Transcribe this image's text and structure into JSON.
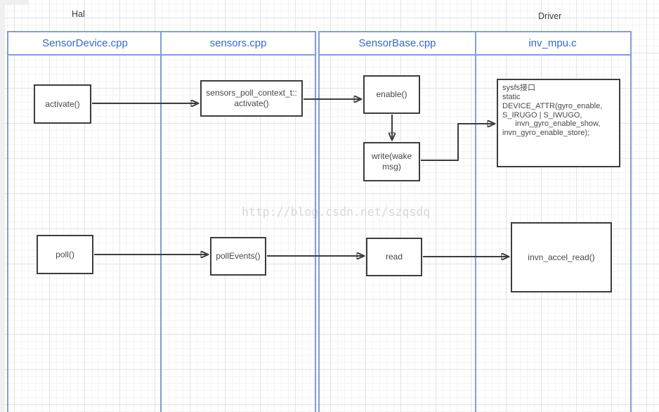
{
  "diagram": {
    "group_labels": {
      "hal": "Hal",
      "driver": "Driver"
    },
    "lanes": [
      {
        "label": "SensorDevice.cpp"
      },
      {
        "label": "sensors.cpp"
      },
      {
        "label": "SensorBase.cpp"
      },
      {
        "label": "inv_mpu.c"
      }
    ],
    "nodes": {
      "activate": {
        "label": "activate()"
      },
      "poll_context_activate": {
        "label": "sensors_poll_context_t::\nactivate()"
      },
      "enable": {
        "label": "enable()"
      },
      "write_wake_msg": {
        "label": "write(wake\nmsg)"
      },
      "sysfs_device_attr": {
        "label": "sysfs接口\nstatic\nDEVICE_ATTR(gyro_enable,\nS_IRUGO | S_IWUGO,\n      invn_gyro_enable_show,\ninvn_gyro_enable_store);"
      },
      "poll": {
        "label": "poll()"
      },
      "poll_events": {
        "label": "pollEvents()"
      },
      "read": {
        "label": "read"
      },
      "invn_accel_read": {
        "label": "invn_accel_read()"
      }
    },
    "edges": [
      {
        "from": "activate",
        "to": "poll_context_activate"
      },
      {
        "from": "poll_context_activate",
        "to": "enable"
      },
      {
        "from": "enable",
        "to": "write_wake_msg"
      },
      {
        "from": "write_wake_msg",
        "to": "sysfs_device_attr"
      },
      {
        "from": "poll",
        "to": "poll_events"
      },
      {
        "from": "poll_events",
        "to": "read"
      },
      {
        "from": "read",
        "to": "invn_accel_read"
      }
    ]
  },
  "watermark": {
    "text": "http://blog.csdn.net/szqsdq"
  },
  "colors": {
    "lane_border": "#7f9fd9",
    "lane_title_text": "#3768cf",
    "node_border": "#3d3d3d",
    "node_text": "#474747",
    "arrow": "#3d3d3d",
    "watermark_text": "#d9d8d0",
    "grid_minor": "#f4f4f4",
    "grid_major": "#e3e3e3"
  }
}
